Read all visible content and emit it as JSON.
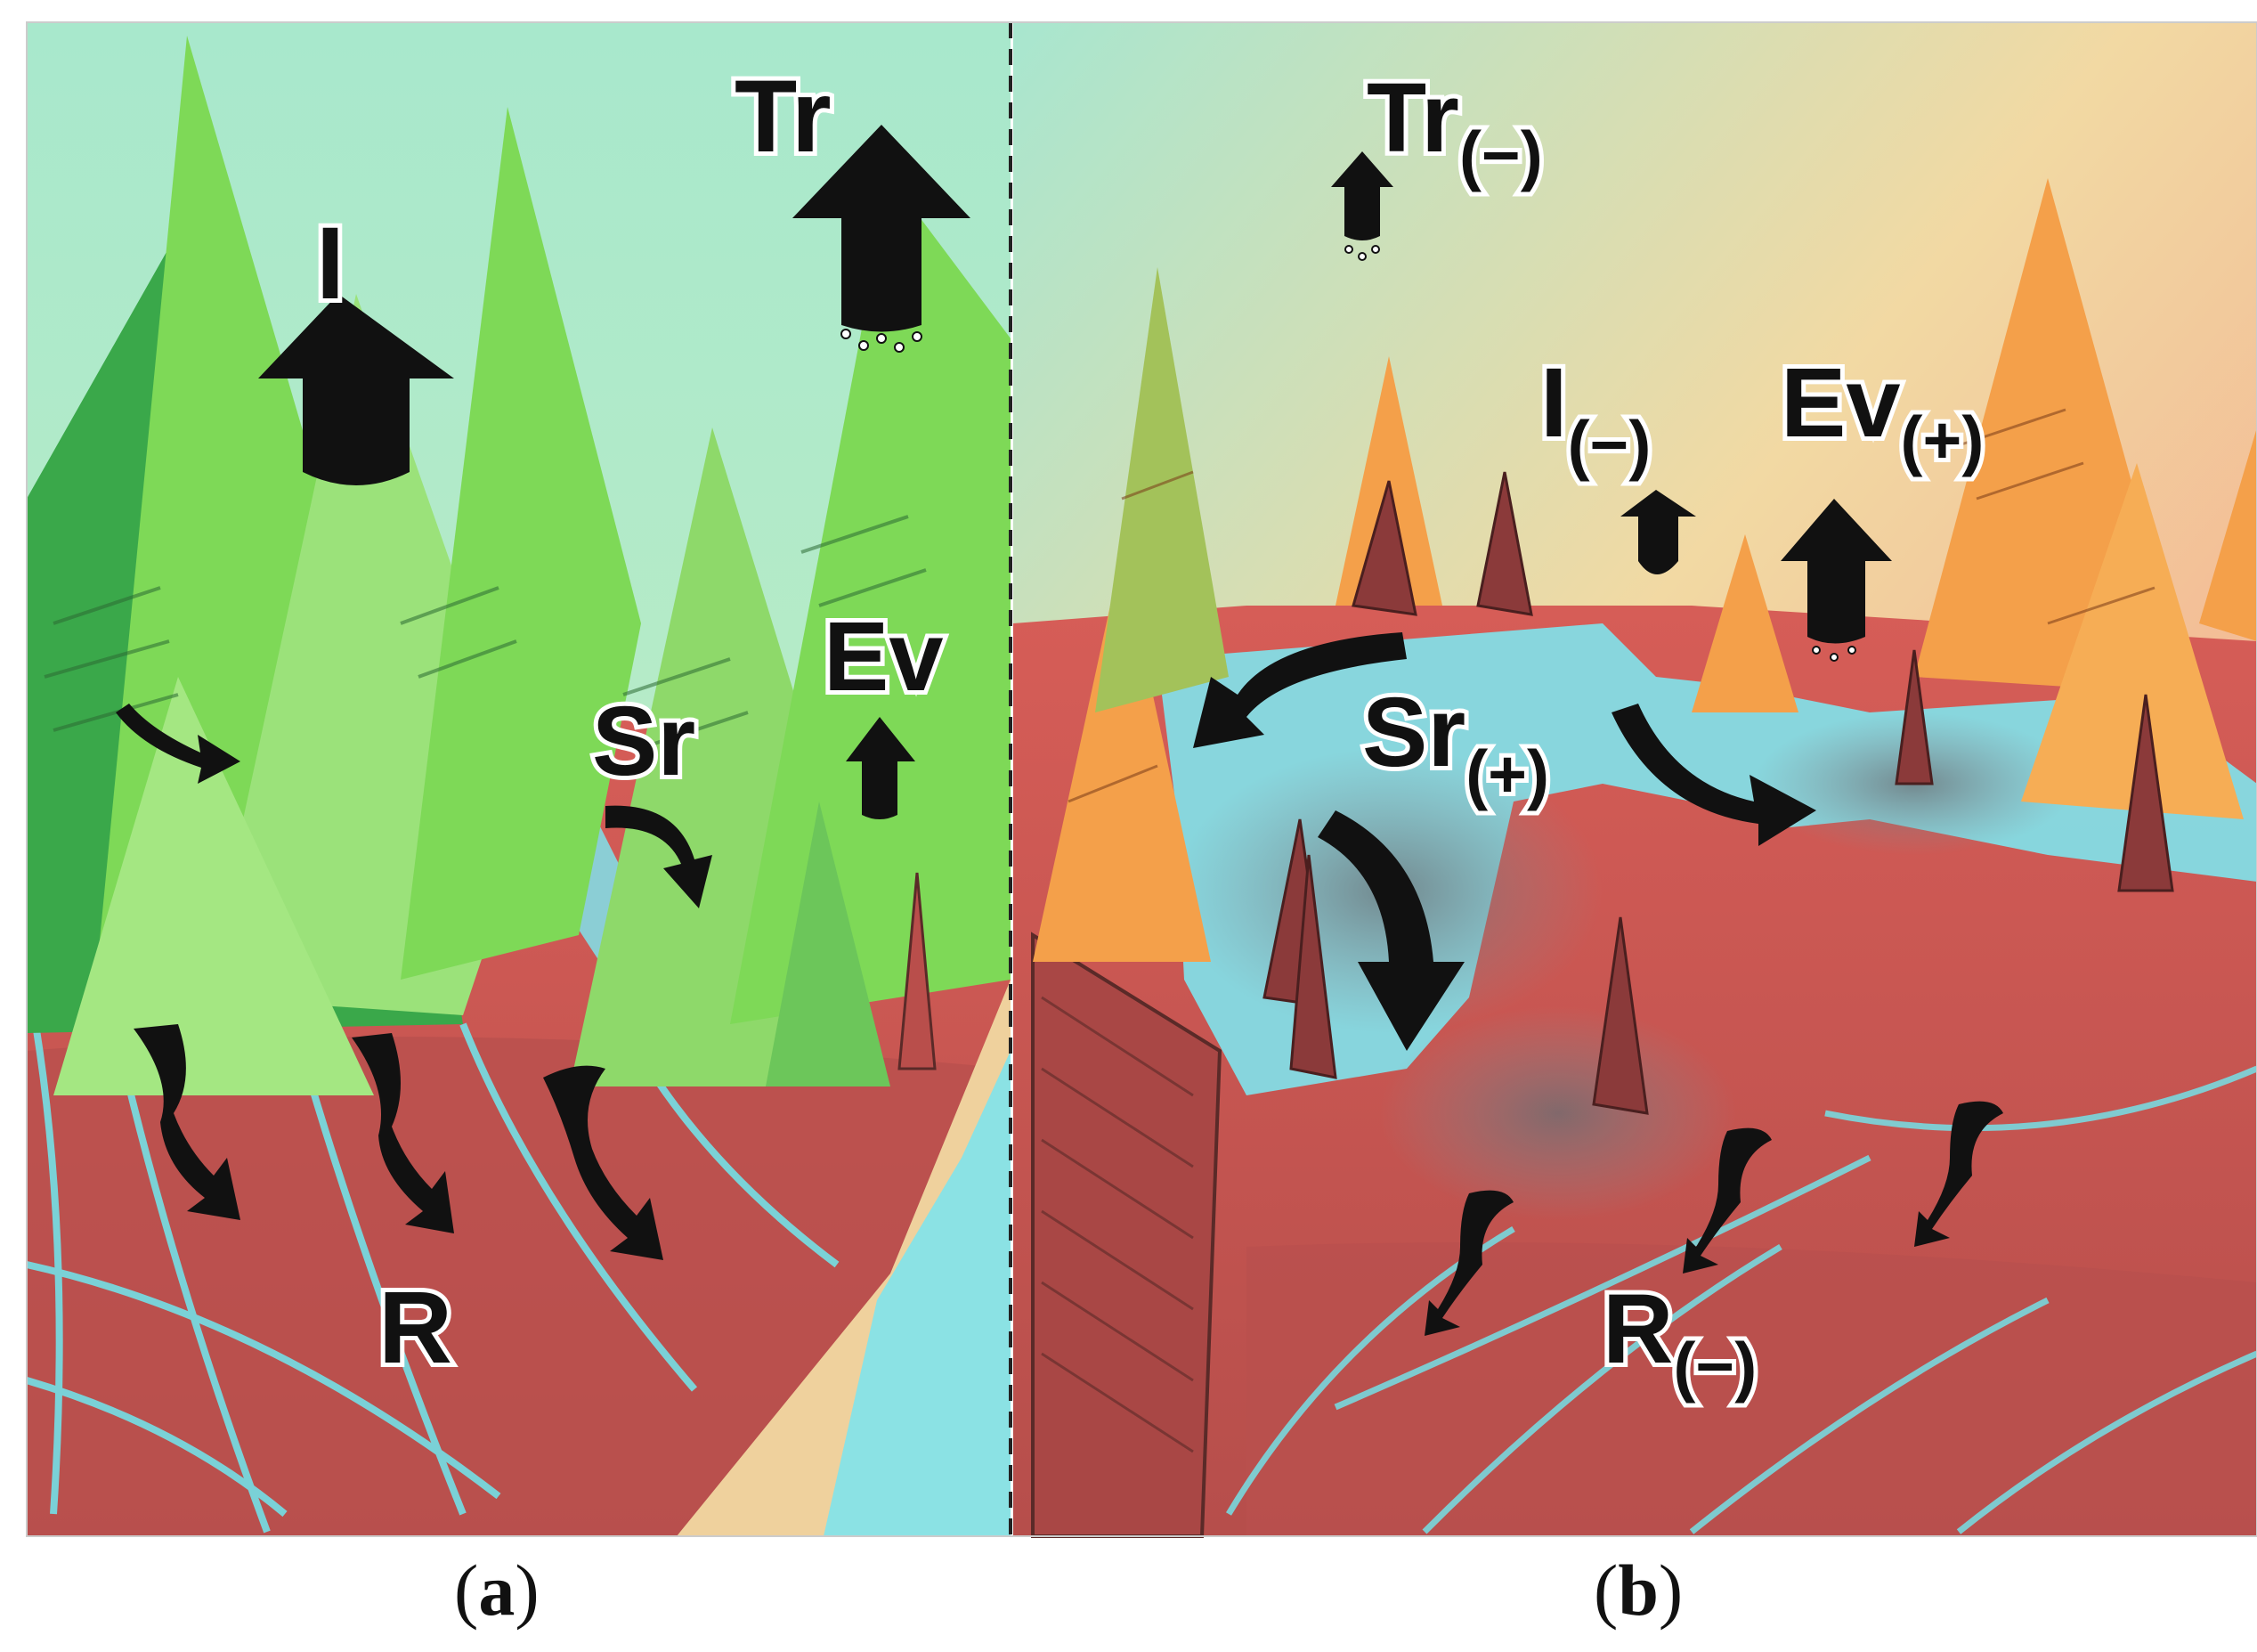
{
  "panels": [
    {
      "caption_open": "(",
      "caption_letter": "a",
      "caption_close": ")",
      "labels": {
        "interception": "I",
        "transpiration": "Tr",
        "evaporation": "Ev",
        "surface_runoff": "Sr",
        "recharge": "R"
      },
      "scene": "healthy forest"
    },
    {
      "caption_open": "(",
      "caption_letter": "b",
      "caption_close": ")",
      "labels": {
        "transpiration": "Tr",
        "transpiration_change": "(−)",
        "interception": "I",
        "interception_change": "(−)",
        "evaporation": "Ev",
        "evaporation_change": "(+)",
        "surface_runoff": "Sr",
        "surface_runoff_change": "(+)",
        "recharge": "R",
        "recharge_change": "(−)"
      },
      "scene": "burned forest"
    }
  ],
  "colors": {
    "sky_top": "#a8e6cf",
    "sky_warm": "#f7a48a",
    "soil": "#cf5a55",
    "soil_dark": "#b94e4b",
    "water": "#7fe3ec",
    "tree_green": "#7ed957",
    "tree_dark_green": "#3aa84a",
    "tree_orange": "#f4a04a",
    "arrow": "#111111"
  }
}
